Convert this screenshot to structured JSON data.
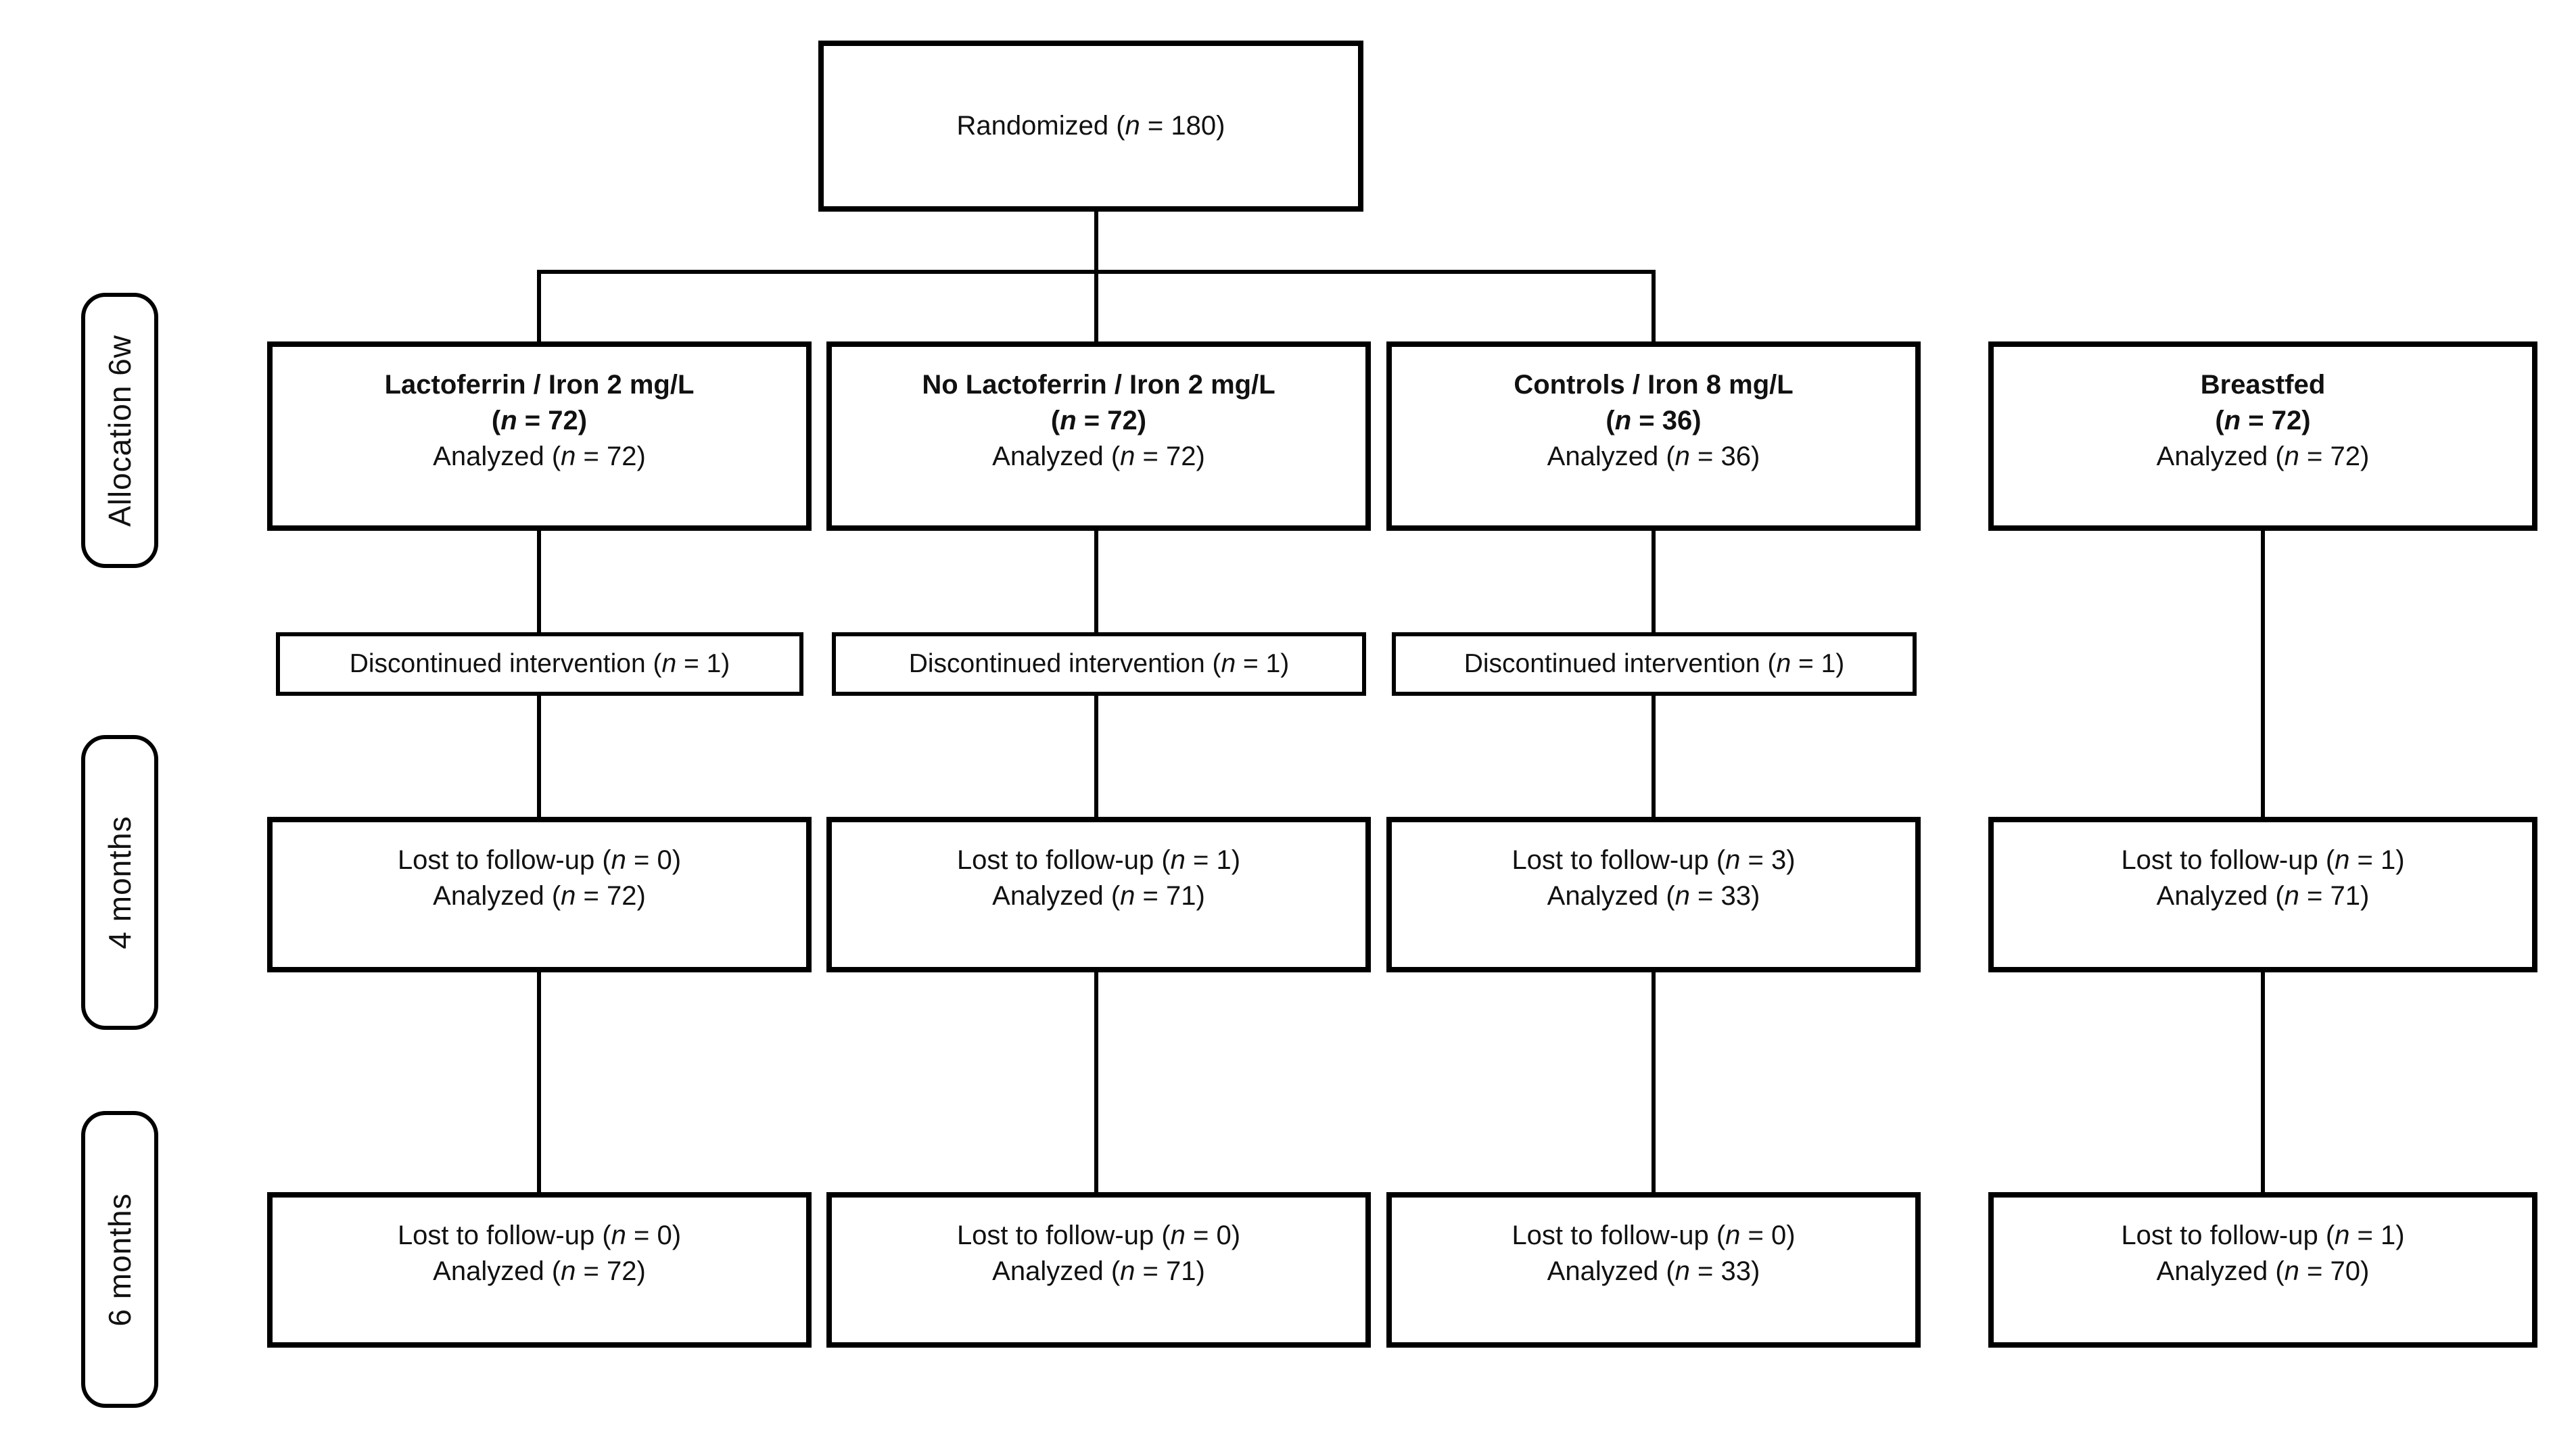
{
  "figure": {
    "randomized": {
      "label": "Randomized (n = 180)"
    },
    "stage_labels": [
      {
        "label": "Allocation 6w"
      },
      {
        "label": "4 months"
      },
      {
        "label": "6 months"
      }
    ],
    "groups": [
      {
        "name": "Lactoferrin / Iron 2 mg/L",
        "n": "(n = 72)",
        "analyzed": "Analyzed (n = 72)",
        "discontinued": "Discontinued intervention (n = 1)",
        "month4": {
          "lost": "Lost to follow-up (n = 0)",
          "analyzed": "Analyzed (n = 72)"
        },
        "month6": {
          "lost": "Lost to follow-up (n = 0)",
          "analyzed": "Analyzed (n = 72)"
        }
      },
      {
        "name": "No Lactoferrin / Iron 2 mg/L",
        "n": "(n = 72)",
        "analyzed": "Analyzed (n = 72)",
        "discontinued": "Discontinued intervention (n = 1)",
        "month4": {
          "lost": "Lost to follow-up (n = 1)",
          "analyzed": "Analyzed (n = 71)"
        },
        "month6": {
          "lost": "Lost to follow-up (n = 0)",
          "analyzed": "Analyzed (n = 71)"
        }
      },
      {
        "name": "Controls / Iron 8 mg/L",
        "n": "(n = 36)",
        "analyzed": "Analyzed (n = 36)",
        "discontinued": "Discontinued intervention (n = 1)",
        "month4": {
          "lost": "Lost to follow-up (n = 3)",
          "analyzed": "Analyzed (n = 33)"
        },
        "month6": {
          "lost": "Lost to follow-up (n = 0)",
          "analyzed": "Analyzed (n = 33)"
        }
      },
      {
        "name": "Breastfed",
        "n": "(n = 72)",
        "analyzed": "Analyzed (n = 72)",
        "month4": {
          "lost": "Lost to follow-up (n = 1)",
          "analyzed": "Analyzed (n = 71)"
        },
        "month6": {
          "lost": "Lost to follow-up (n = 1)",
          "analyzed": "Analyzed (n = 70)"
        }
      }
    ]
  }
}
